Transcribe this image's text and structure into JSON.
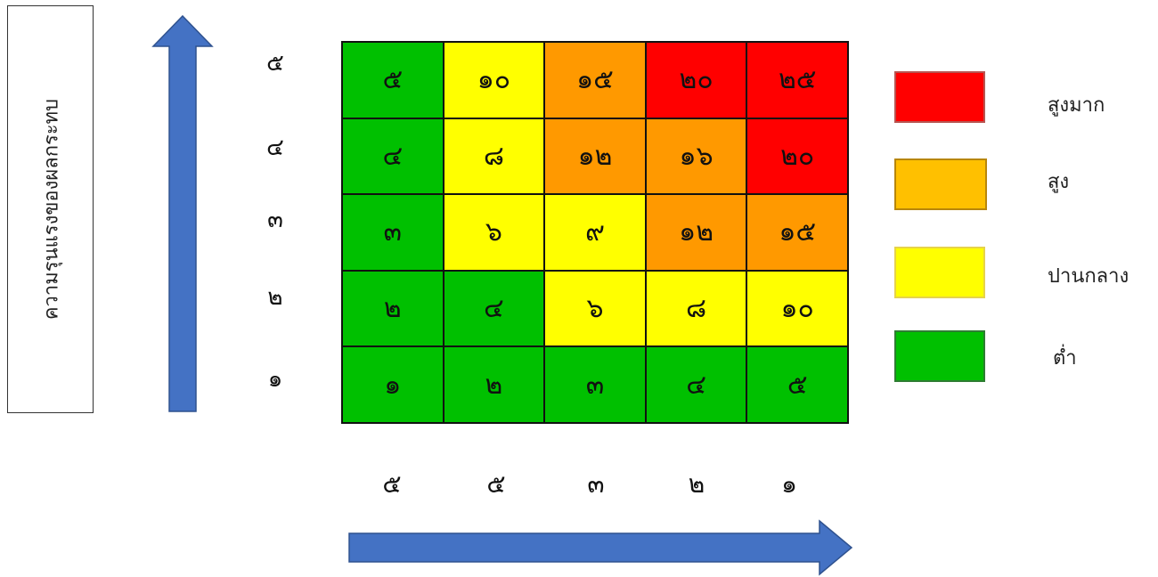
{
  "chart_data": {
    "type": "heatmap",
    "ylabel": "ความรุนแรงของผลกระทบ",
    "xlabel": "",
    "y_ticks": [
      "๕",
      "๔",
      "๓",
      "๒",
      "๑"
    ],
    "x_ticks": [
      "๕",
      "๕",
      "๓",
      "๒",
      "๑"
    ],
    "cells": [
      [
        {
          "label": "๕",
          "value": 5,
          "level": "low"
        },
        {
          "label": "๑๐",
          "value": 10,
          "level": "medium"
        },
        {
          "label": "๑๕",
          "value": 15,
          "level": "high"
        },
        {
          "label": "๒๐",
          "value": 20,
          "level": "very_high"
        },
        {
          "label": "๒๕",
          "value": 25,
          "level": "very_high"
        }
      ],
      [
        {
          "label": "๔",
          "value": 4,
          "level": "low"
        },
        {
          "label": "๘",
          "value": 8,
          "level": "medium"
        },
        {
          "label": "๑๒",
          "value": 12,
          "level": "high"
        },
        {
          "label": "๑๖",
          "value": 16,
          "level": "high"
        },
        {
          "label": "๒๐",
          "value": 20,
          "level": "very_high"
        }
      ],
      [
        {
          "label": "๓",
          "value": 3,
          "level": "low"
        },
        {
          "label": "๖",
          "value": 6,
          "level": "medium"
        },
        {
          "label": "๙",
          "value": 9,
          "level": "medium"
        },
        {
          "label": "๑๒",
          "value": 12,
          "level": "high"
        },
        {
          "label": "๑๕",
          "value": 15,
          "level": "high"
        }
      ],
      [
        {
          "label": "๒",
          "value": 2,
          "level": "low"
        },
        {
          "label": "๔",
          "value": 4,
          "level": "low"
        },
        {
          "label": "๖",
          "value": 6,
          "level": "medium"
        },
        {
          "label": "๘",
          "value": 8,
          "level": "medium"
        },
        {
          "label": "๑๐",
          "value": 10,
          "level": "medium"
        }
      ],
      [
        {
          "label": "๑",
          "value": 1,
          "level": "low"
        },
        {
          "label": "๒",
          "value": 2,
          "level": "low"
        },
        {
          "label": "๓",
          "value": 3,
          "level": "low"
        },
        {
          "label": "๔",
          "value": 4,
          "level": "low"
        },
        {
          "label": "๕",
          "value": 5,
          "level": "low"
        }
      ]
    ],
    "colors": {
      "very_high": "#ff0000",
      "high": "#ff9900",
      "medium": "#ffff00",
      "low": "#00c000"
    },
    "legend_placement": "right",
    "legend": [
      {
        "label": "สูงมาก",
        "color": "#ff0000",
        "border": "#b85450"
      },
      {
        "label": "สูง",
        "color": "#ffc000",
        "border": "#b8860b"
      },
      {
        "label": "ปานกลาง",
        "color": "#ffff00",
        "border": "#e6d34a"
      },
      {
        "label": "ต่ำ",
        "color": "#00c000",
        "border": "#2e7d32"
      }
    ],
    "arrow_color": "#4472c4"
  }
}
